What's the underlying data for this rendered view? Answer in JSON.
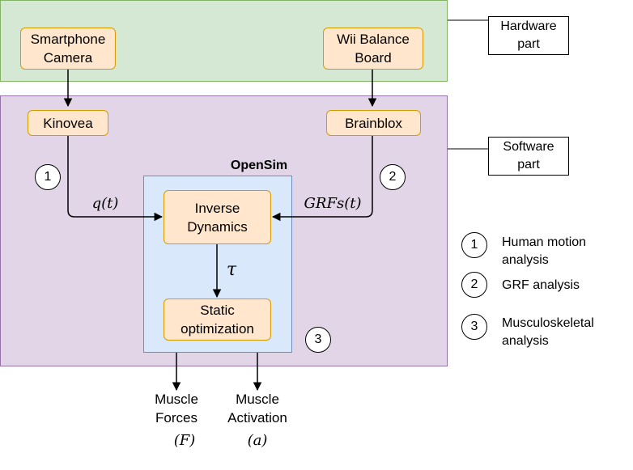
{
  "regions": {
    "opensim_title": "OpenSim"
  },
  "nodes": {
    "smartphone": "Smartphone\nCamera",
    "wii": "Wii Balance\nBoard",
    "kinovea": "Kinovea",
    "brainblox": "Brainblox",
    "inverse_dynamics": "Inverse\nDynamics",
    "static_opt": "Static\noptimization"
  },
  "callouts": {
    "hardware": "Hardware\npart",
    "software": "Software\npart"
  },
  "edge_labels": {
    "q": "q(t)",
    "grf": "GRFs(t)",
    "tau": "τ"
  },
  "steps": {
    "one": "1",
    "two": "2",
    "three": "3"
  },
  "outputs": {
    "forces": "Muscle\nForces",
    "forces_sym": "(F)",
    "activation": "Muscle\nActivation",
    "activation_sym": "(a)"
  },
  "legend": [
    {
      "num": "1",
      "text": "Human motion\nanalysis"
    },
    {
      "num": "2",
      "text": "GRF analysis"
    },
    {
      "num": "3",
      "text": "Musculoskeletal\nanalysis"
    }
  ]
}
